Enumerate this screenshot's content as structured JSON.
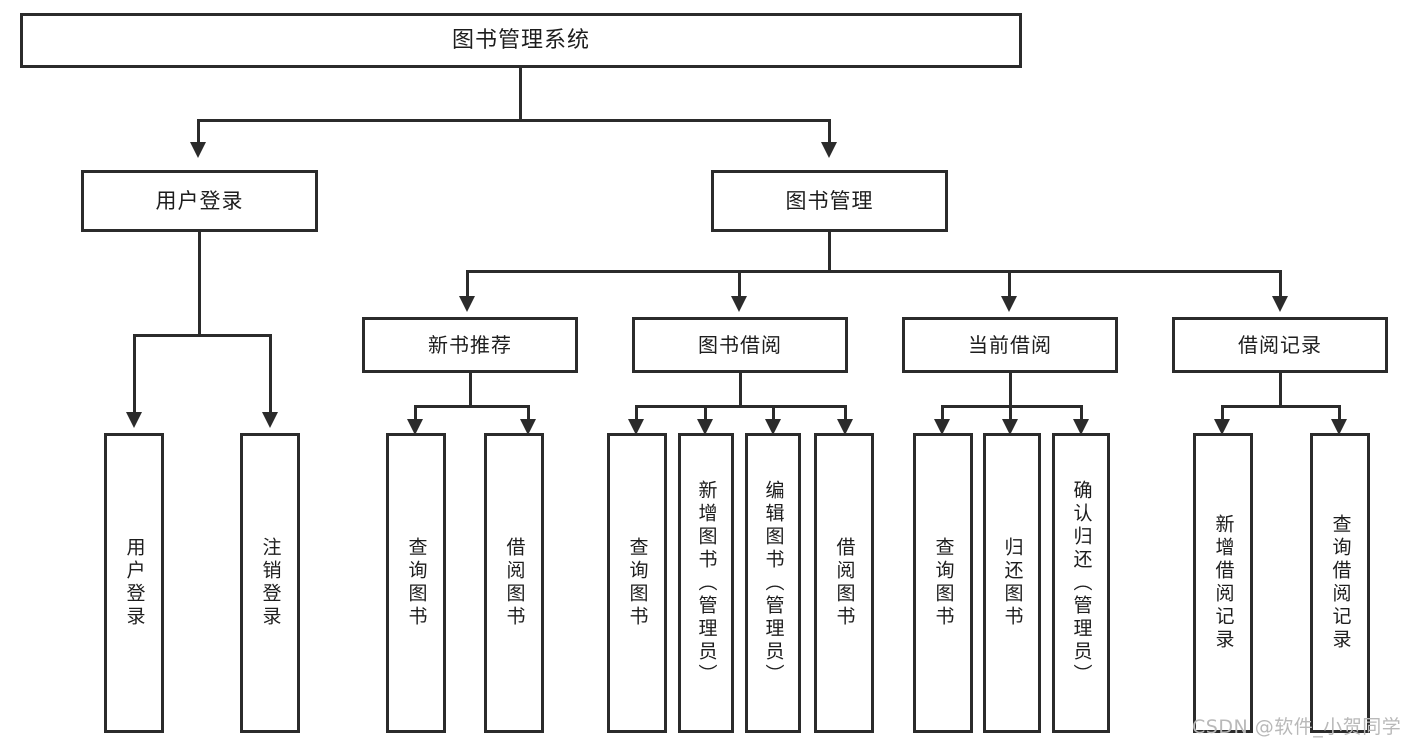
{
  "diagram": {
    "title": "图书管理系统",
    "type": "tree-hierarchy",
    "root": {
      "label": "图书管理系统"
    },
    "level2": [
      {
        "label": "用户登录"
      },
      {
        "label": "图书管理"
      }
    ],
    "level3": [
      {
        "label": "新书推荐"
      },
      {
        "label": "图书借阅"
      },
      {
        "label": "当前借阅"
      },
      {
        "label": "借阅记录"
      }
    ],
    "leaves": {
      "user_login": [
        {
          "label": "用户登录"
        },
        {
          "label": "注销登录"
        }
      ],
      "new_book_recommend": [
        {
          "label": "查询图书"
        },
        {
          "label": "借阅图书"
        }
      ],
      "book_borrow": [
        {
          "label": "查询图书"
        },
        {
          "label": "新增图书（管理员）"
        },
        {
          "label": "编辑图书（管理员）"
        },
        {
          "label": "借阅图书"
        }
      ],
      "current_borrow": [
        {
          "label": "查询图书"
        },
        {
          "label": "归还图书"
        },
        {
          "label": "确认归还（管理员）"
        }
      ],
      "borrow_record": [
        {
          "label": "新增借阅记录"
        },
        {
          "label": "查询借阅记录"
        }
      ]
    }
  },
  "watermark": {
    "text": "CSDN @软件_小贺同学"
  },
  "colors": {
    "stroke": "#2b2b2b",
    "background": "#ffffff",
    "text": "#1d1d1d",
    "watermark": "#b9b9b9"
  }
}
